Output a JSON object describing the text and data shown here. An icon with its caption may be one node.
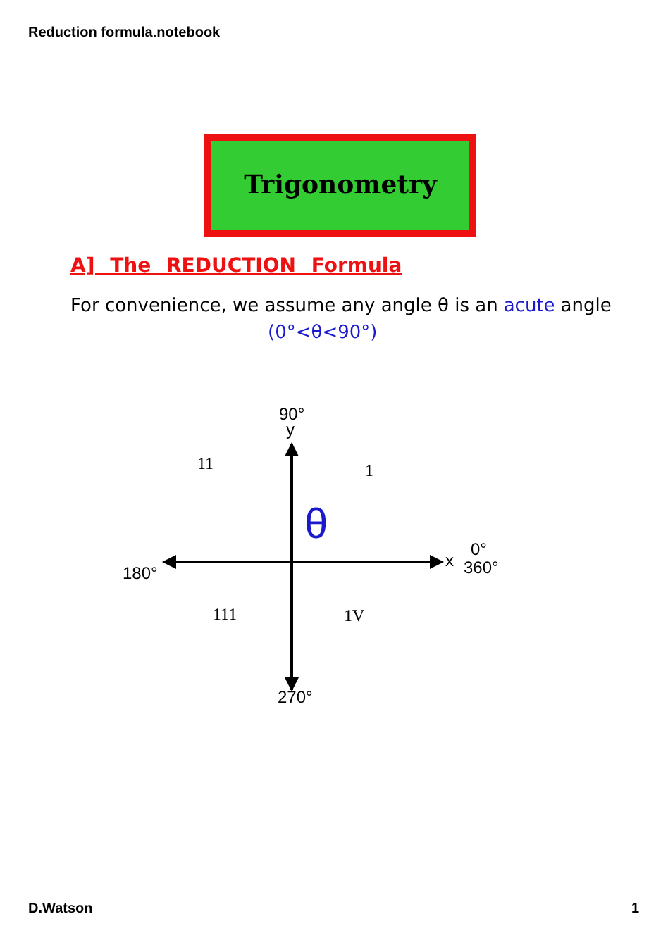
{
  "diagram": {
    "nodes": [
      {
        "text": [
          "Trigonometry"
        ]
      }
    ],
    "labels": [
      "Reduction formula.notebook",
      "A] The REDUCTION Formula",
      "For convenience, we assume any angle θ is an",
      "acute",
      "angle",
      "(0°<θ<90°)",
      "90°",
      "y",
      "11",
      "1",
      "θ",
      "0°",
      "x",
      "180°",
      "360°",
      "111",
      "1V",
      "270°",
      "D.Watson",
      "1"
    ]
  }
}
